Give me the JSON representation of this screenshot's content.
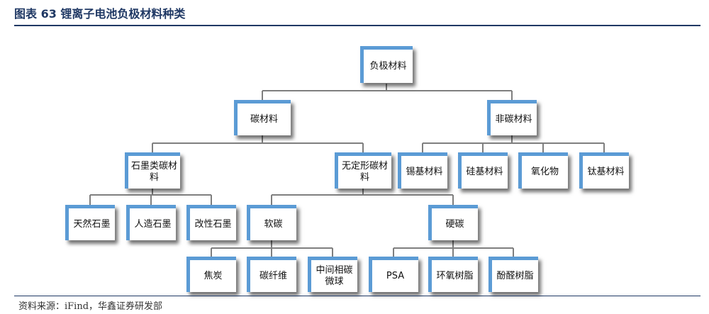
{
  "title": "图表 63 锂离子电池负极材料种类",
  "source": "资料来源：iFind，华鑫证券研发部",
  "colors": {
    "accent": "#5b9bd5",
    "title": "#1f3864",
    "connector": "#7f7f7f"
  },
  "nodes": {
    "root": "负极材料",
    "carbon": "碳材料",
    "noncarbon": "非碳材料",
    "graphite": "石墨类碳材料",
    "amorphous": "无定形碳材料",
    "tin": "锡基材料",
    "silicon": "硅基材料",
    "oxide": "氧化物",
    "titanium": "钛基材料",
    "natural": "天然石墨",
    "artificial": "人造石墨",
    "modified": "改性石墨",
    "soft": "软碳",
    "hard": "硬碳",
    "coke": "焦炭",
    "fiber": "碳纤维",
    "mcmb": "中间相碳微球",
    "psa": "PSA",
    "epoxy": "环氧树脂",
    "phenolic": "酚醛树脂"
  }
}
